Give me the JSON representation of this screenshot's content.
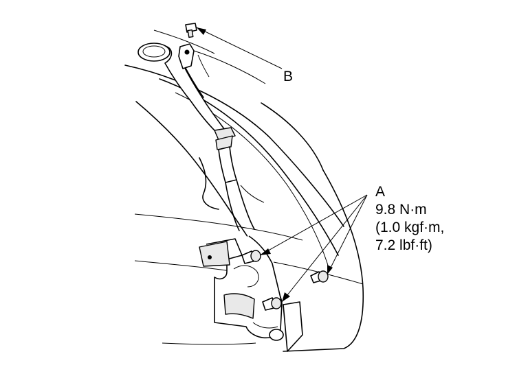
{
  "labels": {
    "b": "B",
    "a": "A",
    "a_torque_nm": "9.8 N·m",
    "a_torque_kgf": "(1.0 kgf·m,",
    "a_torque_lbf": "7.2 lbf·ft)"
  }
}
